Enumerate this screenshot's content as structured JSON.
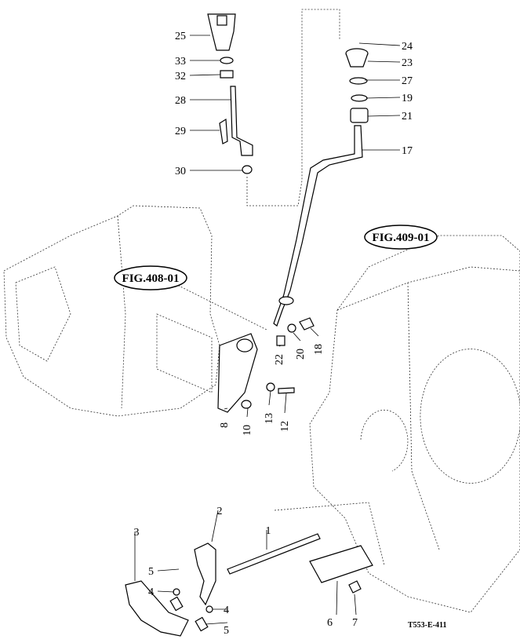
{
  "diagram": {
    "code": "T553-E-411",
    "figure_refs": [
      "FIG.408-01",
      "FIG.409-01"
    ],
    "callouts": [
      "25",
      "33",
      "32",
      "28",
      "29",
      "30",
      "24",
      "23",
      "27",
      "19",
      "21",
      "17",
      "18",
      "20",
      "22",
      "8",
      "10",
      "13",
      "12",
      "1",
      "2",
      "3",
      "5",
      "4",
      "4",
      "5",
      "6",
      "7"
    ]
  }
}
